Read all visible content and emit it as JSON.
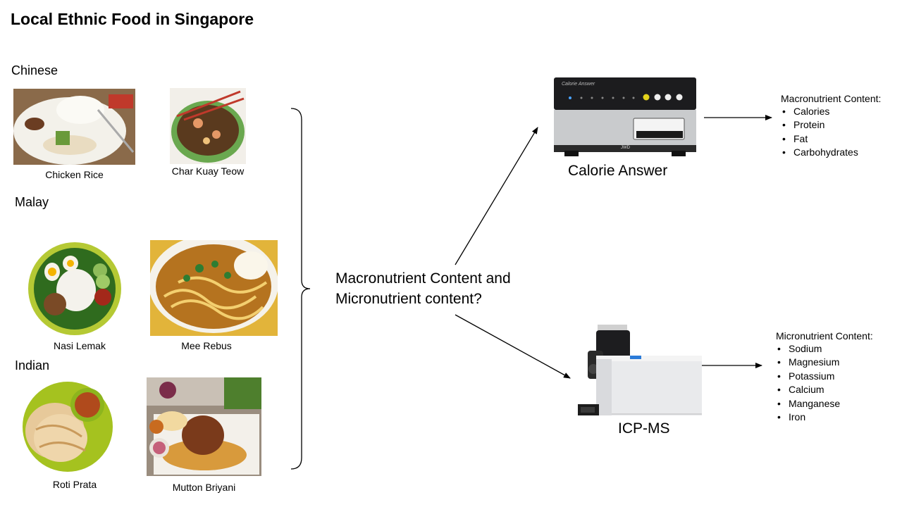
{
  "title": "Local Ethnic Food in Singapore",
  "categories": {
    "chinese": "Chinese",
    "malay": "Malay",
    "indian": "Indian"
  },
  "foods": {
    "chicken_rice": "Chicken Rice",
    "char_kuay_teow": "Char Kuay Teow",
    "nasi_lemak": "Nasi Lemak",
    "mee_rebus": "Mee Rebus",
    "roti_prata": "Roti Prata",
    "mutton_briyani": "Mutton  Briyani"
  },
  "question": {
    "line1": "Macronutrient Content and",
    "line2": "Micronutrient content?"
  },
  "devices": {
    "calorie_answer": "Calorie Answer",
    "icp_ms": "ICP-MS",
    "calorie_answer_brand": "Calorie Answer",
    "calorie_answer_maker": "JWD"
  },
  "macronutrients": {
    "title": "Macronutrient  Content:",
    "items": [
      "Calories",
      "Protein",
      "Fat",
      "Carbohydrates"
    ]
  },
  "micronutrients": {
    "title": "Micronutrient  Content:",
    "items": [
      "Sodium",
      "Magnesium",
      "Potassium",
      "Calcium",
      "Manganese",
      "Iron"
    ]
  }
}
